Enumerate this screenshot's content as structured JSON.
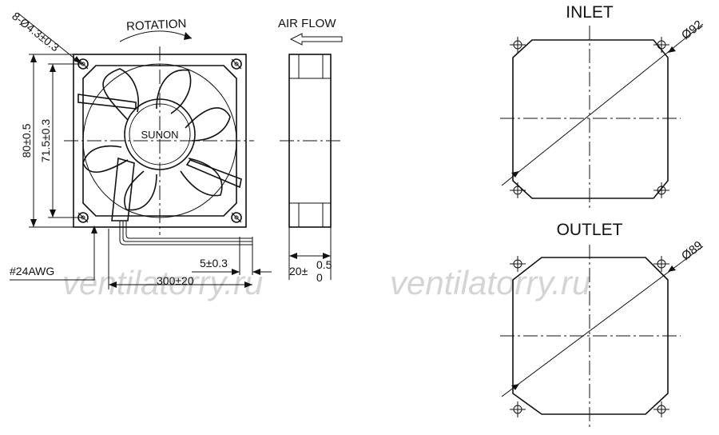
{
  "labels": {
    "holes": "8-Ø4.3±0.3",
    "rotation": "ROTATION",
    "air_flow": "AIR FLOW",
    "brand": "SUNON",
    "dim_height": "80±0.5",
    "dim_hole_pitch": "71.5±0.3",
    "wire_gauge": "#24AWG",
    "dim_strip": "5±0.3",
    "dim_lead": "300±20",
    "dim_depth_base": "20±",
    "dim_depth_tol_upper": "0.5",
    "dim_depth_tol_lower": "0",
    "inlet_title": "INLET",
    "inlet_diameter": "Ø92",
    "outlet_title": "OUTLET",
    "outlet_diameter": "Ø89"
  },
  "watermarks": [
    "ventilatorry.ru",
    "ventilatorry.ru"
  ]
}
